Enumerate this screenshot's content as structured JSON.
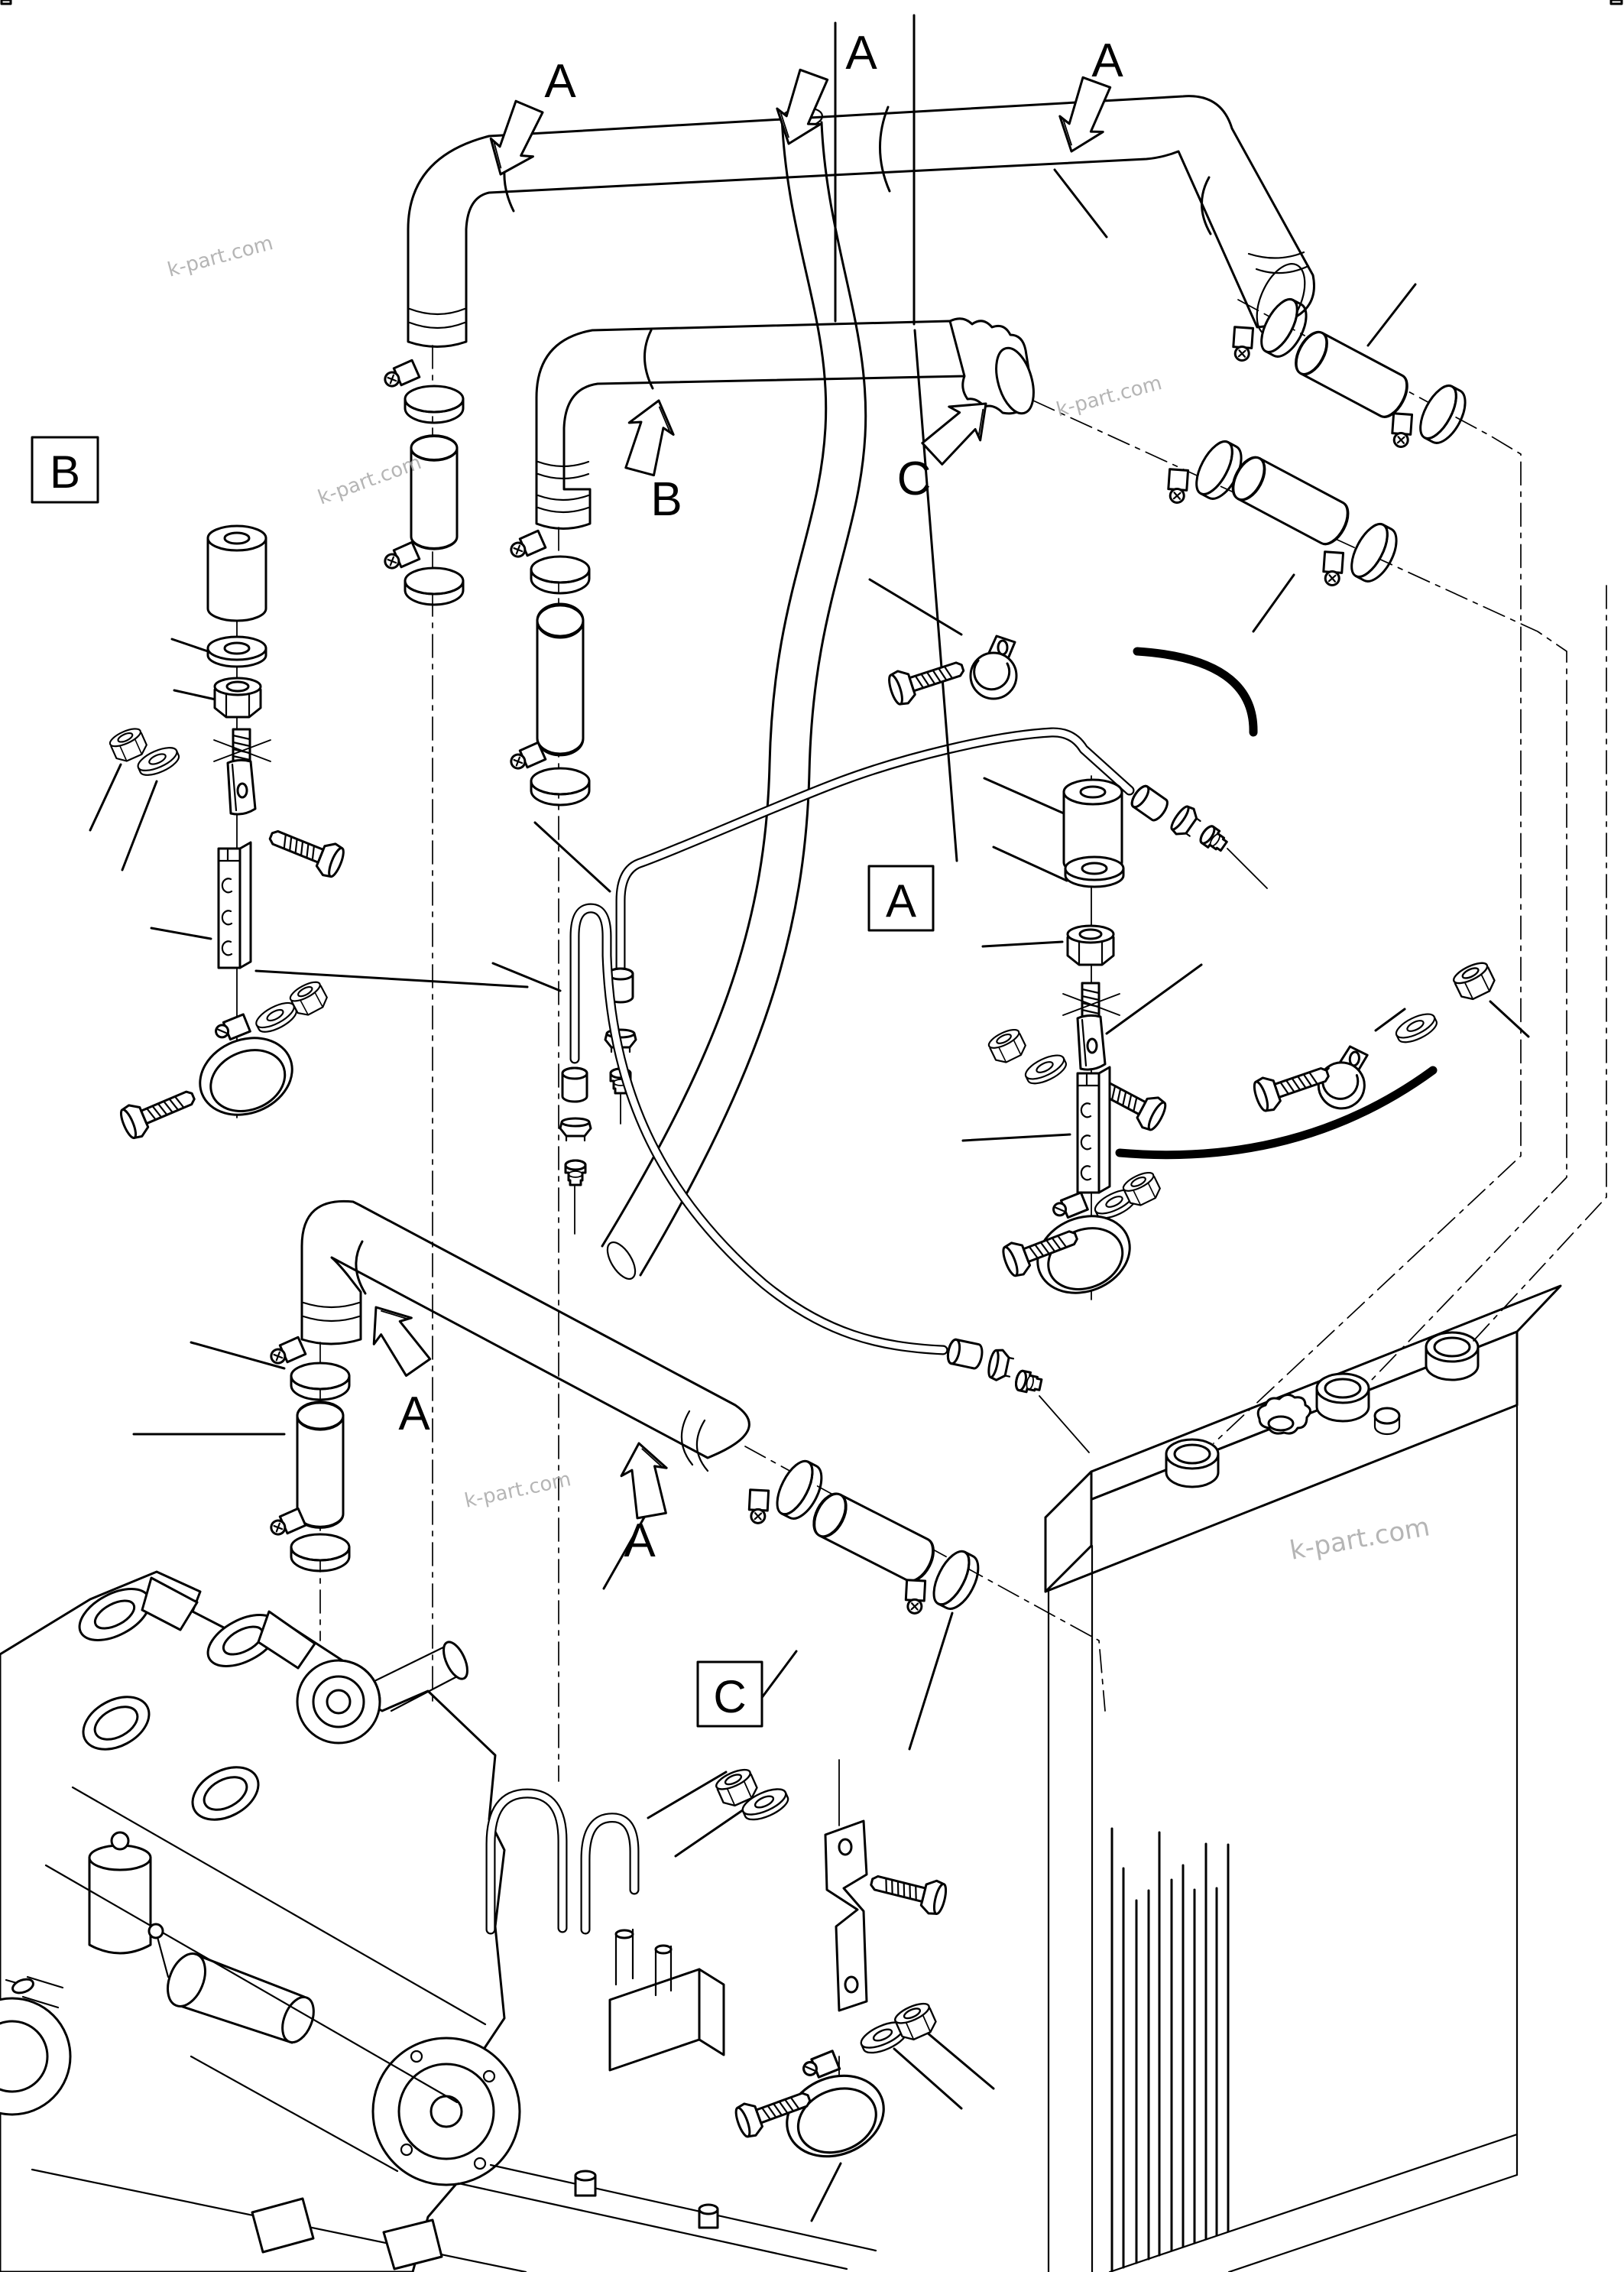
{
  "diagram": {
    "background_color": "#ffffff",
    "line_color": "#000000",
    "watermark_color": "#a9a9a9",
    "boxed_labels": [
      {
        "text": "B"
      },
      {
        "text": "A"
      },
      {
        "text": "C"
      }
    ],
    "view_arrow_labels": [
      {
        "text": "A"
      },
      {
        "text": "A"
      },
      {
        "text": "A"
      },
      {
        "text": "B"
      },
      {
        "text": "C"
      },
      {
        "text": "A"
      },
      {
        "text": "A"
      }
    ],
    "watermarks": [
      {
        "text": "k-part.com"
      },
      {
        "text": "k-part.com"
      },
      {
        "text": "k-part.com"
      },
      {
        "text": "k-part.com"
      },
      {
        "text": "k-part.com"
      }
    ]
  }
}
